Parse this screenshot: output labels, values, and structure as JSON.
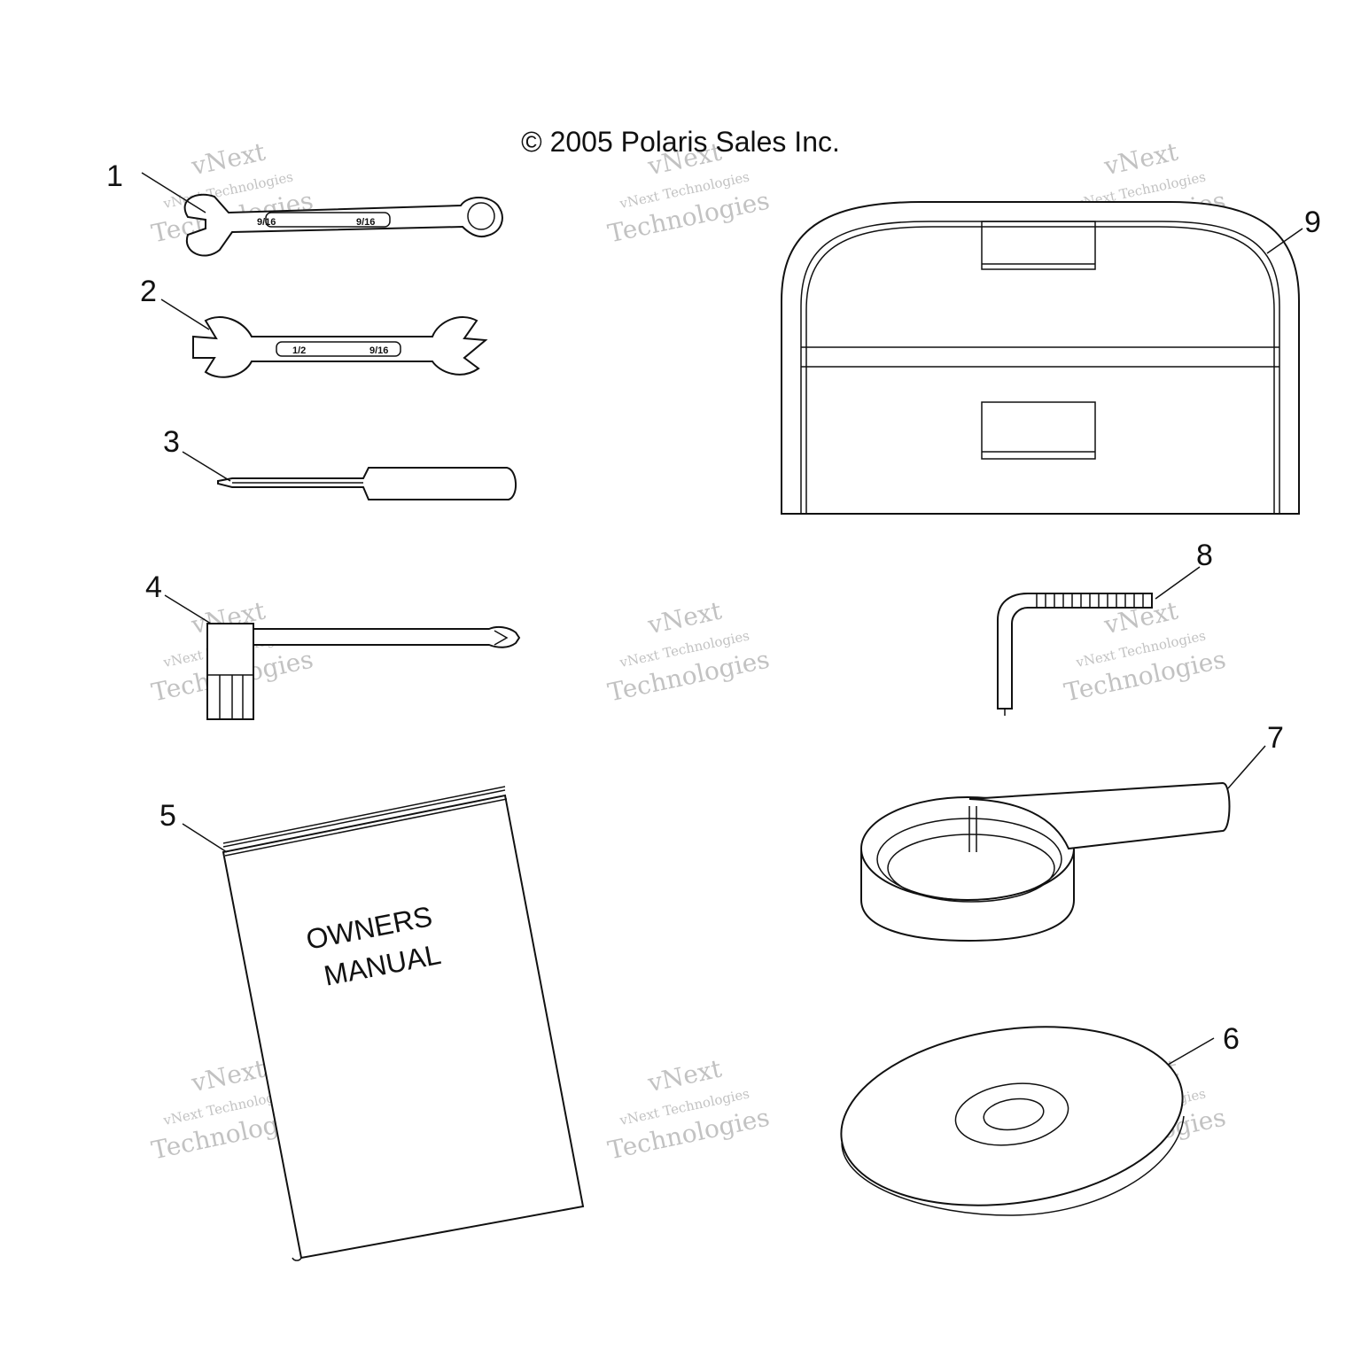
{
  "copyright": "© 2005 Polaris Sales Inc.",
  "callouts": [
    "1",
    "2",
    "3",
    "4",
    "5",
    "6",
    "7",
    "8",
    "9"
  ],
  "wrench_sizes": {
    "combination": [
      "9/16",
      "9/16"
    ],
    "open_end": [
      "1/2",
      "9/16"
    ]
  },
  "manual": {
    "line1": "OWNERS",
    "line2": "MANUAL"
  },
  "watermark": {
    "line1": "vNext Technologies",
    "line2": "vNext",
    "line3": "Technologies"
  },
  "colors": {
    "line": "#111111",
    "watermark": "#b8b8b8",
    "background": "#ffffff"
  }
}
